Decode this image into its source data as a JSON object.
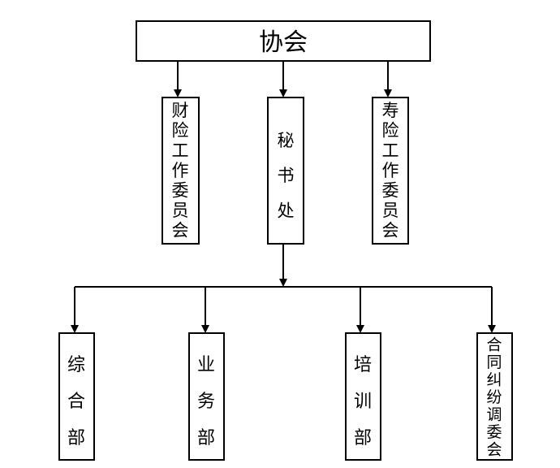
{
  "diagram": {
    "type": "org-chart",
    "colors": {
      "line": "#000000",
      "box_fill": "#ffffff",
      "text": "#000000"
    },
    "root": {
      "label": "协会"
    },
    "committees": [
      {
        "id": "property-insurance-committee",
        "label": "财险工作委员会"
      },
      {
        "id": "secretariat",
        "label": "秘书处"
      },
      {
        "id": "life-insurance-committee",
        "label": "寿险工作委员会"
      }
    ],
    "departments": [
      {
        "id": "general-department",
        "label": "综合部"
      },
      {
        "id": "business-department",
        "label": "业务部"
      },
      {
        "id": "training-department",
        "label": "培训部"
      },
      {
        "id": "contract-dispute-mediation-committee",
        "label": "合同纠纷调委会"
      }
    ]
  }
}
